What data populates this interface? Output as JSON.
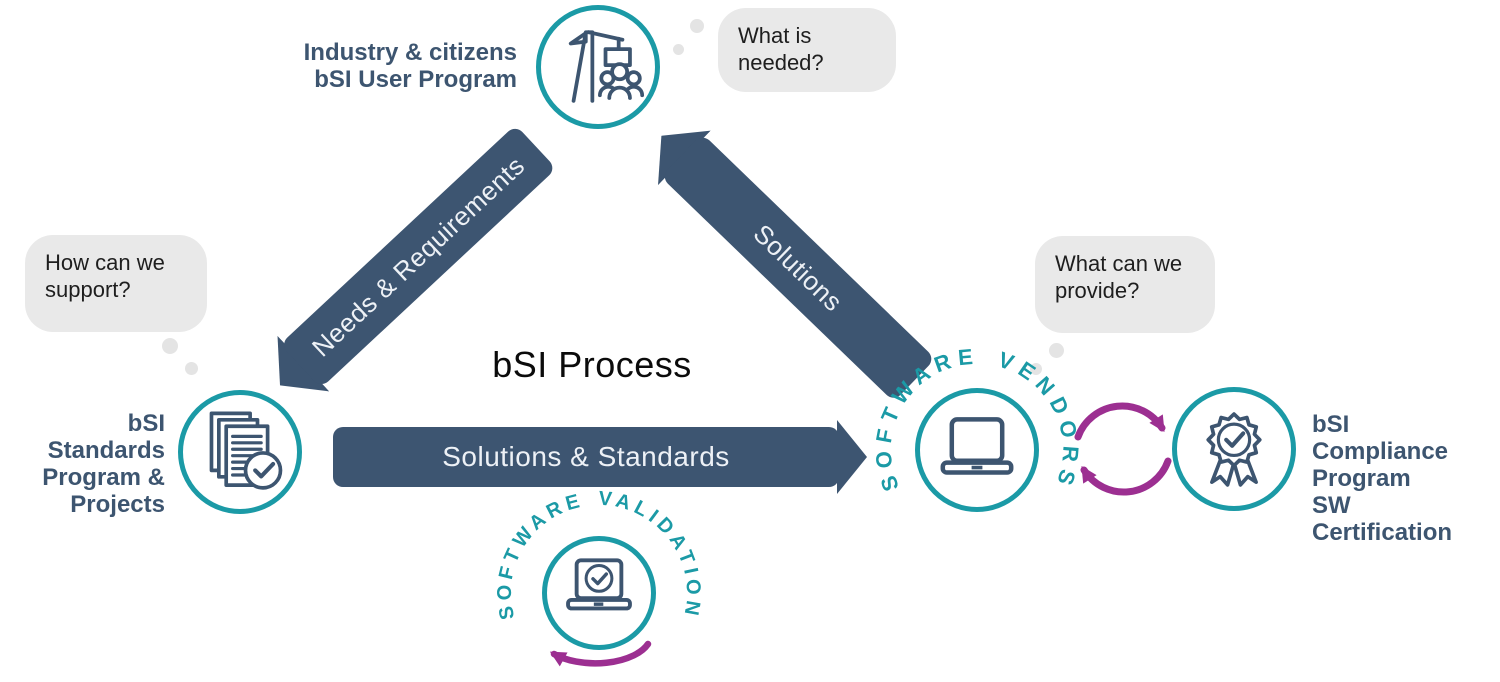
{
  "title": "bSI Process",
  "colors": {
    "slate": "#3d5571",
    "teal": "#1b9aa6",
    "purple": "#9c2f91",
    "bubble_bg": "#e9e9e9"
  },
  "nodes": {
    "user": {
      "label": "Industry & citizens\nbSI User Program",
      "icon": "crane-people-icon"
    },
    "standards": {
      "label": "bSI Standards\nProgram &\nProjects",
      "icon": "documents-check-icon"
    },
    "vendors": {
      "curved_label": "SOFTWARE VENDORS",
      "icon": "laptop-icon"
    },
    "compliance": {
      "label": "bSI Compliance\nProgram\nSW Certification",
      "icon": "award-ribbon-icon"
    },
    "validation": {
      "curved_label": "SOFTWARE VALIDATION",
      "icon": "laptop-check-icon"
    }
  },
  "bubbles": {
    "user": "What is needed?",
    "standards": "How can we support?",
    "vendors": "What can we provide?"
  },
  "arrows": {
    "needs": "Needs & Requirements",
    "solutions": "Solutions",
    "solutions_standards": "Solutions & Standards"
  }
}
